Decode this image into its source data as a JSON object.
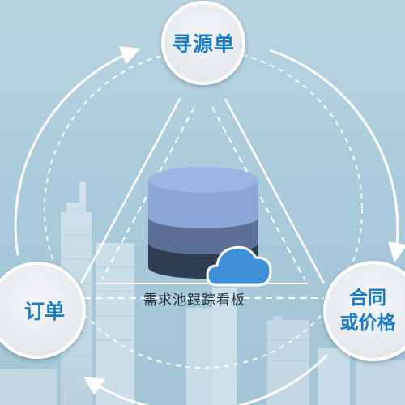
{
  "diagram": {
    "nodes": {
      "top": {
        "label": "寻源单",
        "icon": "circle-node"
      },
      "left": {
        "label": "订单",
        "icon": "circle-node"
      },
      "right": {
        "label": "合同\n或价格",
        "icon": "circle-node"
      }
    },
    "center": {
      "label": "需求池跟踪看板",
      "icons": [
        "database-icon",
        "cloud-icon"
      ]
    },
    "flow": [
      "寻源单",
      "合同\n或价格",
      "订单"
    ]
  },
  "colors": {
    "background": "#aacbdb",
    "node_text": "#1b7bc4",
    "db_top": "#8aa6d6",
    "db_mid": "#5c6f96",
    "db_bottom": "#2f3e52",
    "cloud": "#3f8fd6"
  }
}
